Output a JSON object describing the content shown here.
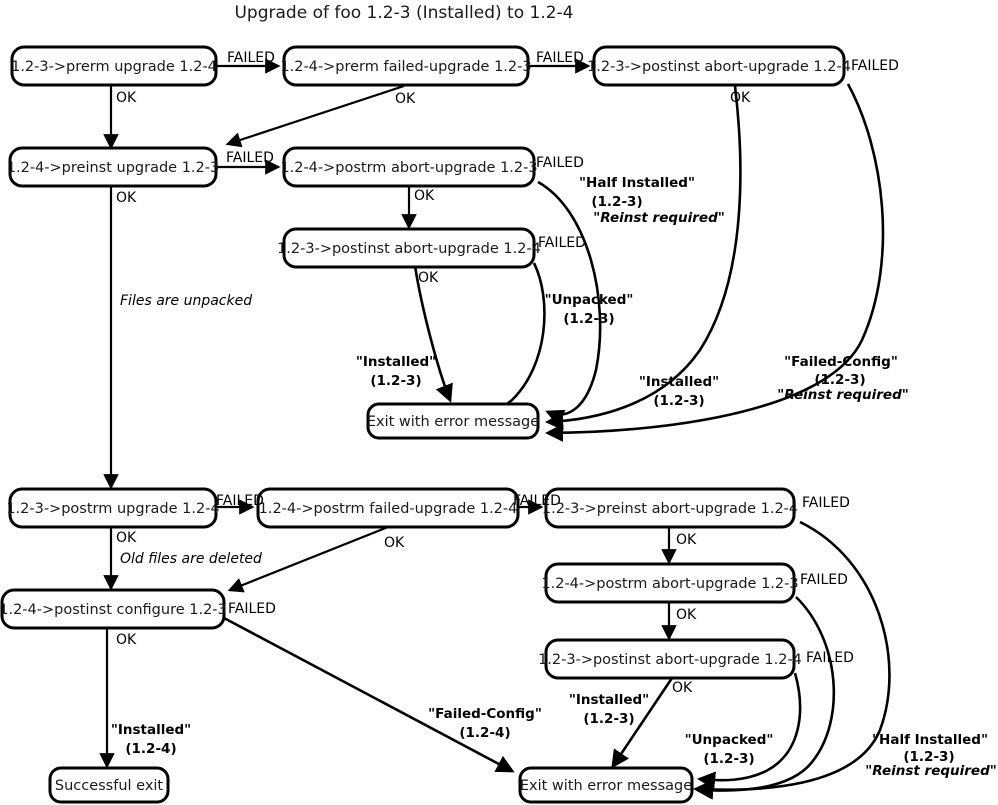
{
  "title": "Upgrade of foo 1.2-3 (Installed) to 1.2-4",
  "nodes": {
    "n1": {
      "label": "1.2-3->prerm upgrade 1.2-4"
    },
    "n2": {
      "label": "1.2-4->prerm failed-upgrade 1.2-3"
    },
    "n3": {
      "label": "1.2-3->postinst abort-upgrade 1.2-4"
    },
    "n4": {
      "label": "1.2-4->preinst upgrade 1.2-3"
    },
    "n5": {
      "label": "1.2-4->postrm abort-upgrade 1.2-3"
    },
    "n6": {
      "label": "1.2-3->postinst abort-upgrade 1.2-4"
    },
    "n7": {
      "label": "Exit with error message"
    },
    "n8": {
      "label": "1.2-3->postrm upgrade 1.2-4"
    },
    "n9": {
      "label": "1.2-4->postrm failed-upgrade 1.2-4"
    },
    "n10": {
      "label": "1.2-3->preinst abort-upgrade 1.2-4"
    },
    "n11": {
      "label": "1.2-4->postinst configure 1.2-3"
    },
    "n12": {
      "label": "1.2-4->postrm abort-upgrade 1.2-3"
    },
    "n13": {
      "label": "1.2-3->postinst abort-upgrade 1.2-4"
    },
    "n14": {
      "label": "Exit with error message"
    },
    "n15": {
      "label": "Successful exit"
    }
  },
  "edge_labels": {
    "e_n1_n2": "FAILED",
    "e_n1_n4": "OK",
    "e_n2_n3": "FAILED",
    "e_n2_n4": "OK",
    "e_n3_fail": "FAILED",
    "e_n3_ok": "OK",
    "e_n4_n5": "FAILED",
    "e_n4_n8": "OK",
    "e_n5_fail": "FAILED",
    "e_n5_ok": "OK",
    "e_n6_fail": "FAILED",
    "e_n6_ok": "OK",
    "e_n8_n9": "FAILED",
    "e_n8_n11": "OK",
    "e_n9_n10": "FAILED",
    "e_n9_ok": "OK",
    "e_n10_fail": "FAILED",
    "e_n10_n12": "OK",
    "e_n11_fail": "FAILED",
    "e_n11_ok": "OK",
    "e_n12_fail": "FAILED",
    "e_n12_n13": "OK",
    "e_n13_fail": "FAILED",
    "e_n13_ok": "OK"
  },
  "state_labels": {
    "half_installed_top": {
      "line1": "\"Half Installed\"",
      "line2": "(1.2-3)",
      "line3": "\"Reinst required\""
    },
    "unpacked_top": {
      "line1": "\"Unpacked\"",
      "line2": "(1.2-3)"
    },
    "installed_left_top": {
      "line1": "\"Installed\"",
      "line2": "(1.2-3)"
    },
    "installed_right_top": {
      "line1": "\"Installed\"",
      "line2": "(1.2-3)"
    },
    "failed_config_top": {
      "line1": "\"Failed-Config\"",
      "line2": "(1.2-3)",
      "line3": "\"Reinst required\""
    },
    "failed_config_bot": {
      "line1": "\"Failed-Config\"",
      "line2": "(1.2-4)"
    },
    "installed_bot": {
      "line1": "\"Installed\"",
      "line2": "(1.2-3)"
    },
    "unpacked_bot": {
      "line1": "\"Unpacked\"",
      "line2": "(1.2-3)"
    },
    "half_installed_bot": {
      "line1": "\"Half Installed\"",
      "line2": "(1.2-3)",
      "line3": "\"Reinst required\""
    },
    "installed_success": {
      "line1": "\"Installed\"",
      "line2": "(1.2-4)"
    }
  },
  "notes": {
    "files_unpacked": "Files are unpacked",
    "old_files_deleted": "Old files are deleted"
  },
  "colors": {
    "background": "#ffffff",
    "stroke": "#000000",
    "node_text": "#1a1a1a"
  }
}
